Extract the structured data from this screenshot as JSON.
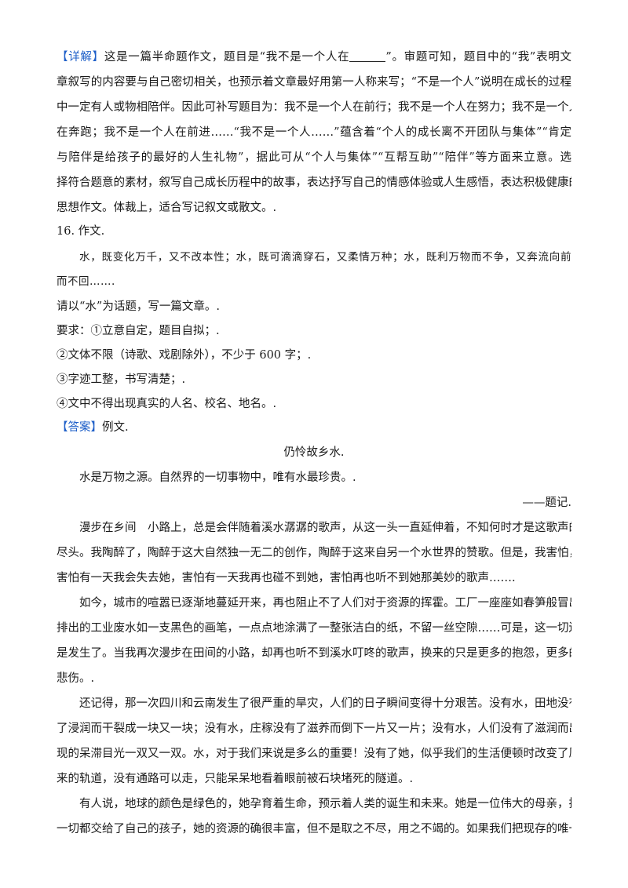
{
  "analysis": {
    "tag": "【详解】",
    "line1_a": "这是一篇半命题作文，题目是“我不是一个人在",
    "line1_b": "”。审题可知，题目中的“我”表明文",
    "lines": [
      "章叙写的内容要与自己密切相关，也预示着文章最好用第一人称来写；“不是一个人”说明在成长的过程",
      "中一定有人或物相陪伴。因此可补写题目为：我不是一个人在前行；我不是一个人在努力；我不是一个人",
      "在奔跑；我不是一个人在前进……“我不是一个人……”蕴含着“个人的成长离不开团队与集体”“肯定",
      "与陪伴是给孩子的最好的人生礼物”，据此可从“个人与集体”“互帮互助”“陪伴”等方面来立意。选",
      "择符合题意的素材，叙写自己成长历程中的故事，表达抒写自己的情感体验或人生感悟，表达积极健康的",
      "思想作文。体裁上，适合写记叙文或散文。."
    ]
  },
  "question": {
    "heading": "16. 作文.",
    "prompt_line1": "水，既变化万千，又不改本性；水，既可滴滴穿石，又柔情万种；水，既利万物而不争，又奔流向前",
    "prompt_line2": "而不回…….",
    "instruction": "请以“水”为话题，写一篇文章。.",
    "req1": "要求：①立意自定，题目自拟；.",
    "req2": "②文体不限（诗歌、戏剧除外），不少于 600 字；.",
    "req3": "③字迹工整，书写清楚；.",
    "req4": "④文中不得出现真实的人名、校名、地名。."
  },
  "answer": {
    "tag": "【答案】",
    "label": "例文.",
    "title": "仍怜故乡水.",
    "epigraph": "水是万物之源。自然界的一切事物中，唯有水最珍贵。.",
    "epigraph_credit": "——题记.",
    "paragraphs": [
      [
        "漫步在乡间　小路上，总是会伴随着溪水潺潺的歌声，从这一头一直延伸着，不知何时才是这歌声的",
        "尽头。我陶醉了，陶醉于这大自然独一无二的创作，陶醉于这来自另一个水世界的赞歌。但是，我害怕，",
        "害怕有一天我会失去她，害怕有一天我再也碰不到她，害怕再也听不到她那美妙的歌声……."
      ],
      [
        "如今，城市的喧嚣已逐渐地蔓延开来，再也阻止不了人们对于资源的挥霍。工厂一座座如春笋般冒出，",
        "排出的工业废水如一支黑色的画笔，一点点地涂满了一整张洁白的纸，不留一丝空隙……可是，这一切还",
        "是发生了。当我再次漫步在田间的小路，却再也听不到溪水叮咚的歌声，换来的只是更多的抱怨，更多的",
        "悲伤。."
      ],
      [
        "还记得，那一次四川和云南发生了很严重的旱灾，人们的日子瞬间变得十分艰苦。没有水，田地没有",
        "了浸润而干裂成一块又一块；没有水，庄稼没有了滋养而倒下一片又一片；没有水，人们没有了滋润而出",
        "现的呆滞目光一双又一双。水，对于我们来说是多么的重要！没有了她，似乎我们的生活便顿时改变了原",
        "来的轨道，没有通路可以走，只能呆呆地看着眼前被石块堵死的隧道。."
      ],
      [
        "有人说，地球的颜色是绿色的，她孕育着生命，预示着人类的诞生和未来。她是一位伟大的母亲，把",
        "一切都交给了自己的孩子，她的资源的确很丰富，但不是取之不尽，用之不竭的。如果我们把现存的唯一"
      ]
    ]
  }
}
